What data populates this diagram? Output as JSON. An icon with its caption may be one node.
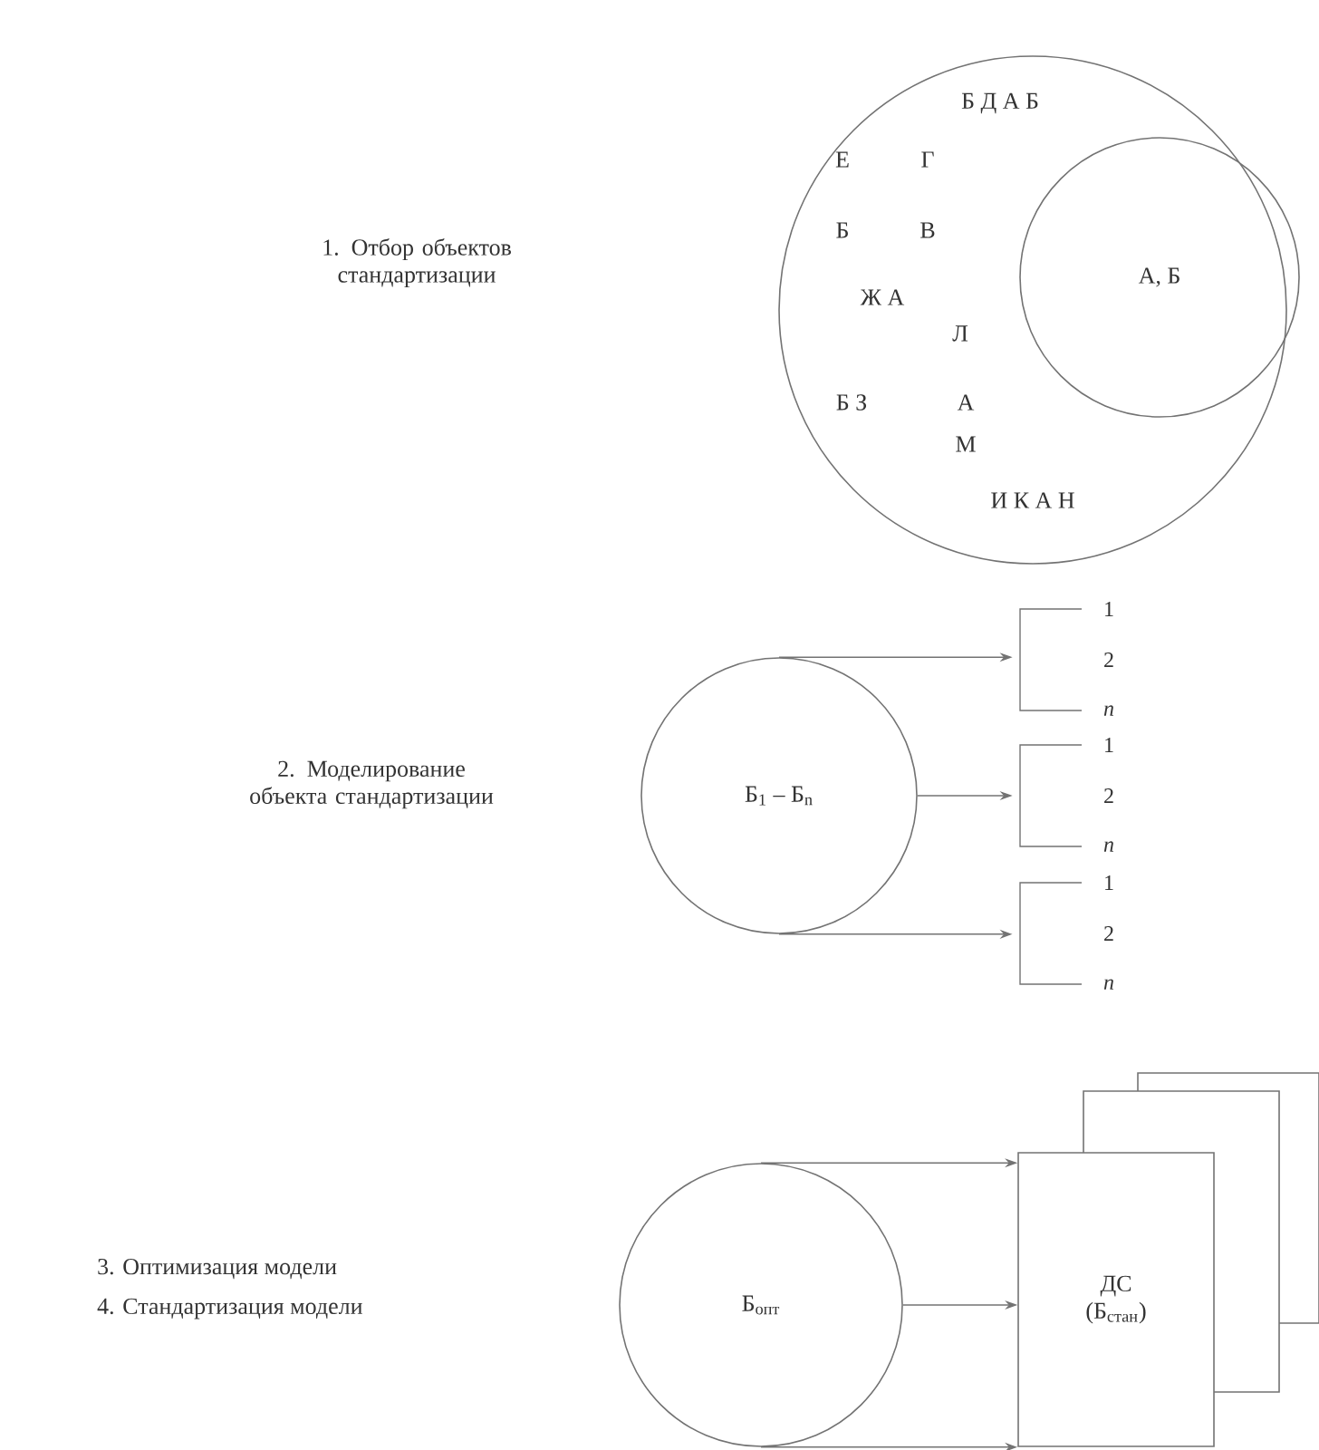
{
  "diagram": {
    "nodes": [
      {
        "text": [
          "Б Д А Б",
          "Е",
          "Г",
          "Б",
          "В",
          "Ж А",
          "Л",
          "Б З",
          "А",
          "М",
          "И К А Н"
        ]
      },
      {
        "text": [
          "А, Б"
        ],
        "in": 0
      },
      {
        "text": [
          "Б$_{1}$ – Б$_{n}$"
        ]
      },
      {
        "text": [
          "1",
          "2",
          "n"
        ]
      },
      {
        "text": [
          "1",
          "2",
          "n"
        ]
      },
      {
        "text": [
          "1",
          "2",
          "n"
        ]
      },
      {
        "text": [
          "Б$_{опт}$"
        ]
      },
      {
        "text": [
          "ДС",
          "(Б$_{стан}$)"
        ]
      },
      {
        "text": [],
        "shape": "box"
      },
      {
        "text": [],
        "shape": "box"
      }
    ],
    "edges": [
      {
        "from": 2,
        "to": 3,
        "arrow": "to"
      },
      {
        "from": 2,
        "to": 4,
        "arrow": "to"
      },
      {
        "from": 2,
        "to": 5,
        "arrow": "to"
      },
      {
        "from": 6,
        "to": 7,
        "arrow": "to"
      },
      {
        "from": 6,
        "to": 7,
        "arrow": "to"
      },
      {
        "from": 6,
        "to": 7,
        "arrow": "to"
      }
    ],
    "labels": [
      "1. Отбор объектов стандартизации",
      "2. Моделирование объекта стандартизации",
      "3. Оптимизация модели",
      "4. Стандартизация модели"
    ]
  }
}
